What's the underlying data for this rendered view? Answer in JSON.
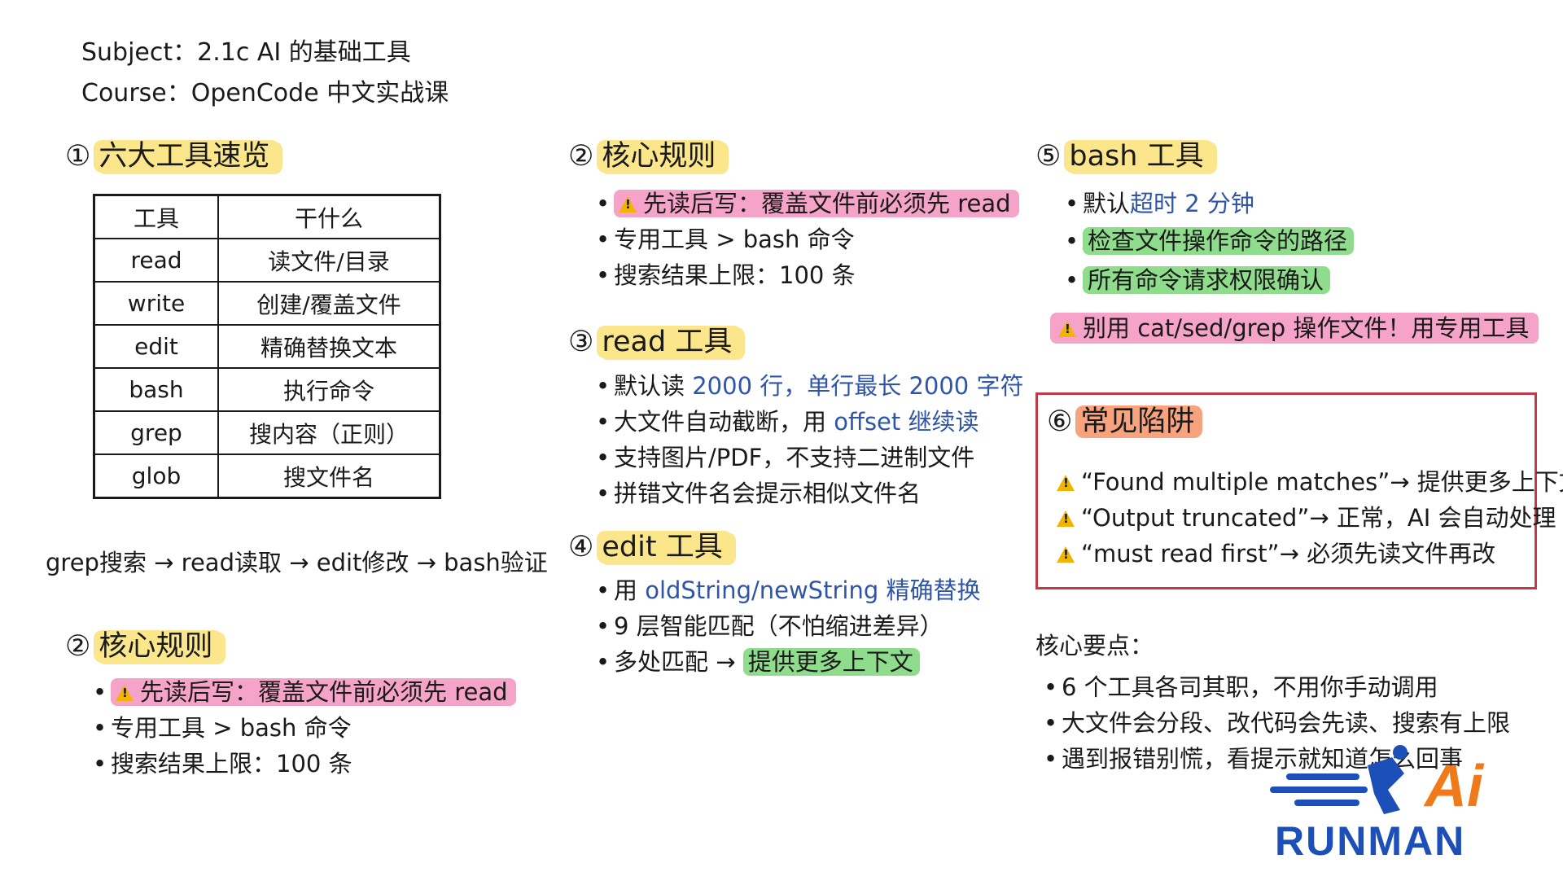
{
  "header": {
    "subject": "Subject：2.1c AI 的基础工具",
    "course": "Course：OpenCode 中文实战课"
  },
  "sec1": {
    "num": "①",
    "title": "六大工具速览",
    "table": {
      "headers": [
        "工具",
        "干什么"
      ],
      "rows": [
        [
          "read",
          "读文件/目录"
        ],
        [
          "write",
          "创建/覆盖文件"
        ],
        [
          "edit",
          "精确替换文本"
        ],
        [
          "bash",
          "执行命令"
        ],
        [
          "grep",
          "搜内容（正则）"
        ],
        [
          "glob",
          "搜文件名"
        ]
      ]
    },
    "flow": "grep搜索 → read读取 → edit修改 → bash验证"
  },
  "rules": {
    "num": "②",
    "title": "核心规则",
    "items": [
      "先读后写：覆盖文件前必须先 read",
      "专用工具 > bash 命令",
      "搜索结果上限：100 条"
    ]
  },
  "read": {
    "num": "③",
    "title": "read 工具",
    "b1": {
      "pre": "默认读 ",
      "blue": "2000 行，单行最长 2000 字符"
    },
    "b2": {
      "pre": "大文件自动截断，用 ",
      "blue": "offset 继续读"
    },
    "b3": "支持图片/PDF，不支持二进制文件",
    "b4": "拼错文件名会提示相似文件名"
  },
  "edit": {
    "num": "④",
    "title": "edit 工具",
    "b1": {
      "pre": "用 ",
      "blue": "oldString/newString 精确替换"
    },
    "b2": "9 层智能匹配（不怕缩进差异）",
    "b3": {
      "pre": "多处匹配 → ",
      "green": "提供更多上下文"
    }
  },
  "bash": {
    "num": "⑤",
    "title": "bash 工具",
    "b1": {
      "pre": "默认",
      "blue": "超时 2 分钟"
    },
    "b2": "检查文件操作命令的路径",
    "b3": "所有命令请求权限确认",
    "warn": "别用 cat/sed/grep 操作文件！用专用工具"
  },
  "pitfalls": {
    "num": "⑥",
    "title": "常见陷阱",
    "items": [
      "“Found multiple matches”→ 提供更多上下文",
      "“Output truncated”→ 正常，AI 会自动处理",
      "“must read first”→ 必须先读文件再改"
    ]
  },
  "keypoints": {
    "title": "核心要点：",
    "items": [
      "6 个工具各司其职，不用你手动调用",
      "大文件会分段、改代码会先读、搜索有上限",
      "遇到报错别慌，看提示就知道怎么回事"
    ]
  },
  "logo": {
    "top": "Ai",
    "bottom": "RUNMAN"
  },
  "colors": {
    "highlight_yellow": "#fbe68c",
    "highlight_pink": "#f5a3c8",
    "highlight_green": "#8fdc8c",
    "highlight_orange": "#f6a37e",
    "blue_text": "#2f55a8",
    "box_red": "#c23a48"
  }
}
